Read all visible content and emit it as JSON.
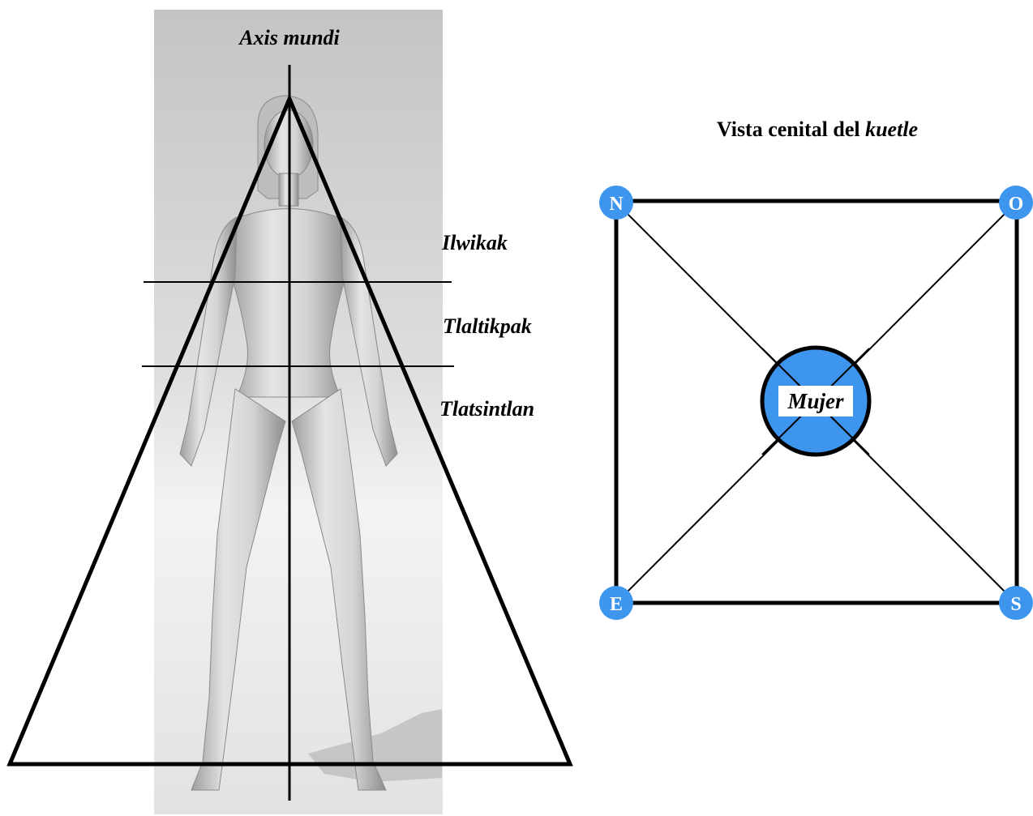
{
  "left_figure": {
    "axis_label": "Axis mundi",
    "levels": [
      "Ilwikak",
      "Tlaltikpak",
      "Tlatsintlan"
    ]
  },
  "right_figure": {
    "title_prefix": "Vista cenital del ",
    "title_italic": "kuetle",
    "corners": {
      "top_left": "N",
      "top_right": "O",
      "bottom_left": "E",
      "bottom_right": "S"
    },
    "center_label": "Mujer"
  },
  "colors": {
    "marker_blue": "#3d95ee",
    "line": "#000000",
    "photo_background": "#d6d6d6",
    "figure_skin": "#c9c9c9"
  }
}
